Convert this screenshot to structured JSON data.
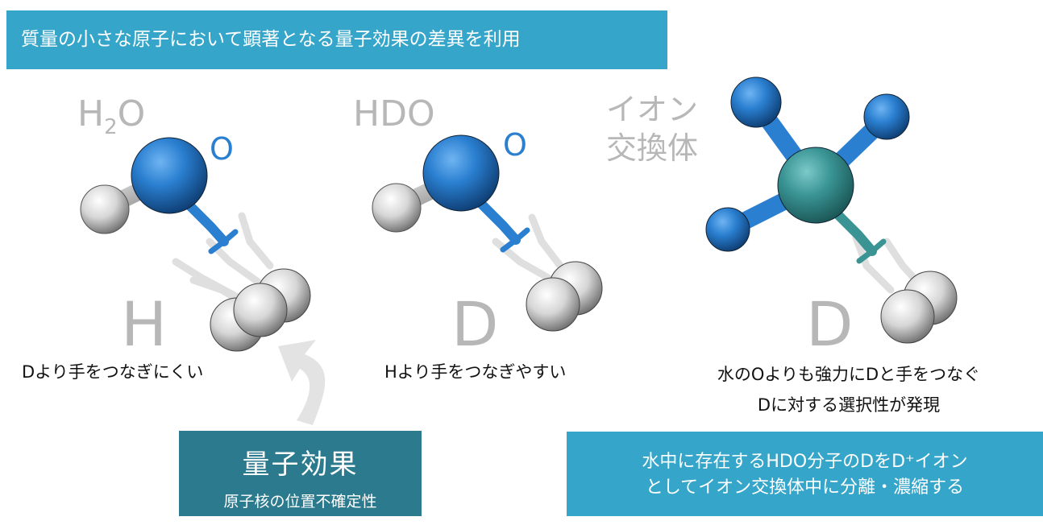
{
  "title": "質量の小さな原子において顕著となる量子効果の差異を利用",
  "panels": [
    {
      "formula_main": "H",
      "formula_sub": "2",
      "formula_tail": "O",
      "atom_label": "O",
      "isotope": "H",
      "caption": "Dより手をつなぎにくい"
    },
    {
      "formula": "HDO",
      "atom_label": "O",
      "isotope": "D",
      "caption": "Hより手をつなぎやすい"
    },
    {
      "title_line1": "イオン",
      "title_line2": "交換体",
      "isotope": "D",
      "caption_line1": "水のOよりも強力にDと手をつなぐ",
      "caption_line2": "Dに対する選択性が発現"
    }
  ],
  "quantum_box": {
    "title": "量子効果",
    "subtitle": "原子核の位置不確定性"
  },
  "summary_box": {
    "line1": "水中に存在するHDO分子のDをD⁺イオン",
    "line2": "としてイオン交換体中に分離・濃縮する"
  },
  "colors": {
    "banner": "#35a5c9",
    "quantum_box": "#2c7a8e",
    "oxygen": "#2a7fd0",
    "exchanger_center": "#3a9494",
    "label_gray": "#b7b7b7"
  }
}
